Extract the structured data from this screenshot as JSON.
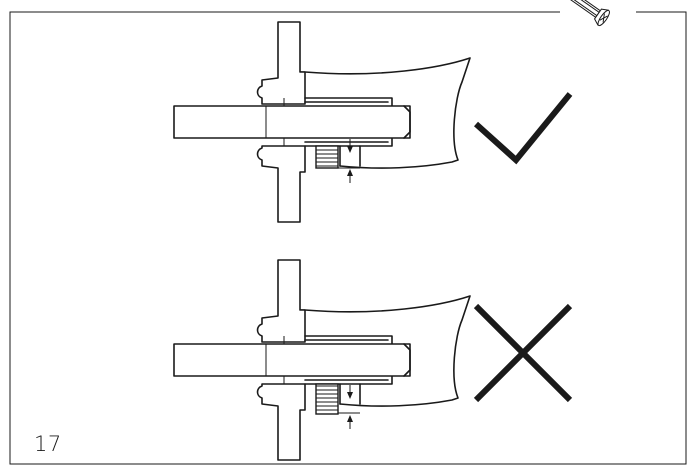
{
  "page": {
    "number": "17"
  },
  "figure": {
    "items": [
      {
        "name": "correct-installation",
        "result": "correct",
        "symbol": "checkmark"
      },
      {
        "name": "incorrect-installation",
        "result": "incorrect",
        "symbol": "cross"
      }
    ],
    "header_icon": "screw-icon"
  }
}
